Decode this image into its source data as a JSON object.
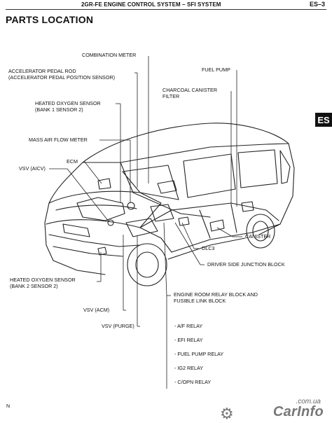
{
  "header": {
    "title": "2GR-FE ENGINE CONTROL SYSTEM  –  SFI SYSTEM",
    "page_code": "ES–3",
    "section_tab": "ES"
  },
  "section_title": "PARTS LOCATION",
  "labels": {
    "combination_meter": "COMBINATION METER",
    "accel_pedal_rod": "ACCELERATOR PEDAL ROD\n(ACCELERATOR PEDAL POSITION SENSOR)",
    "fuel_pump": "FUEL PUMP",
    "charcoal_canister_filter": "CHARCOAL CANISTER\nFILTER",
    "heated_o2_b1s2": "HEATED OXYGEN SENSOR\n(BANK 1 SENSOR 2)",
    "mass_air_flow": "MASS AIR FLOW METER",
    "ecm": "ECM",
    "vsv_aicv": "VSV (AICV)",
    "canister": "CANISTER",
    "dlc3": "DLC3",
    "driver_junction_block": "DRIVER SIDE JUNCTION BLOCK",
    "heated_o2_b2s2": "HEATED OXYGEN SENSOR\n(BANK 2 SENSOR 2)",
    "engine_room_relay": "ENGINE ROOM RELAY BLOCK AND\nFUSIBLE LINK BLOCK",
    "vsv_acm": "VSV (ACM)",
    "vsv_purge": "VSV (PURGE)"
  },
  "relays": [
    "- A/F RELAY",
    "- EFI RELAY",
    "- FUEL PUMP RELAY",
    "- IG2 RELAY",
    "- C/OPN RELAY"
  ],
  "page_marker": "N",
  "watermark": {
    "domain": ".com.ua",
    "brand": "CarInfo"
  }
}
